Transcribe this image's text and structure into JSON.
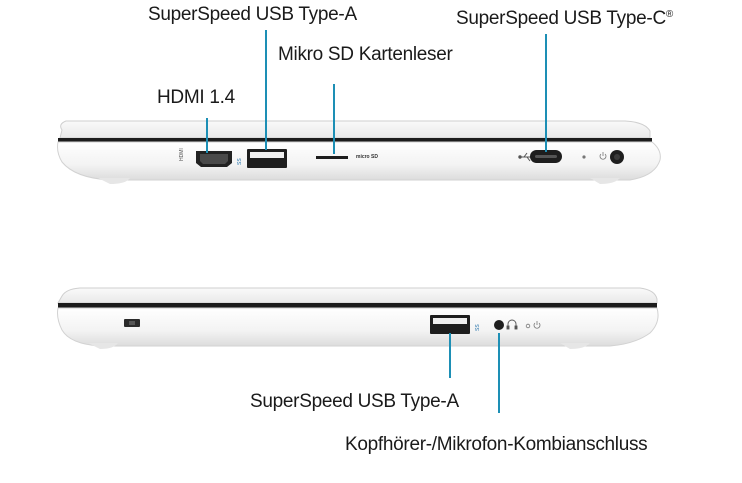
{
  "labels": {
    "top_usb_a": "SuperSpeed USB Type-A",
    "top_usb_c": "SuperSpeed USB Type-C",
    "top_usb_c_mark": "®",
    "top_sd": "Mikro SD Kartenleser",
    "top_hdmi": "HDMI 1.4",
    "bottom_usb_a": "SuperSpeed USB Type-A",
    "bottom_audio": "Kopfhörer-/Mikrofon-Kombianschluss"
  },
  "port_markings": {
    "hdmi": "HDMI",
    "usb": "SS",
    "sd": "micro SD"
  },
  "colors": {
    "leader_line": "#1d8fb5",
    "laptop_body": "#f4f4f4",
    "laptop_seam": "#1c1c1c",
    "port": "#222222"
  },
  "icons": [
    "lock-slot-icon",
    "usb-symbol-icon",
    "headset-icon",
    "power-icon",
    "led-icon"
  ]
}
